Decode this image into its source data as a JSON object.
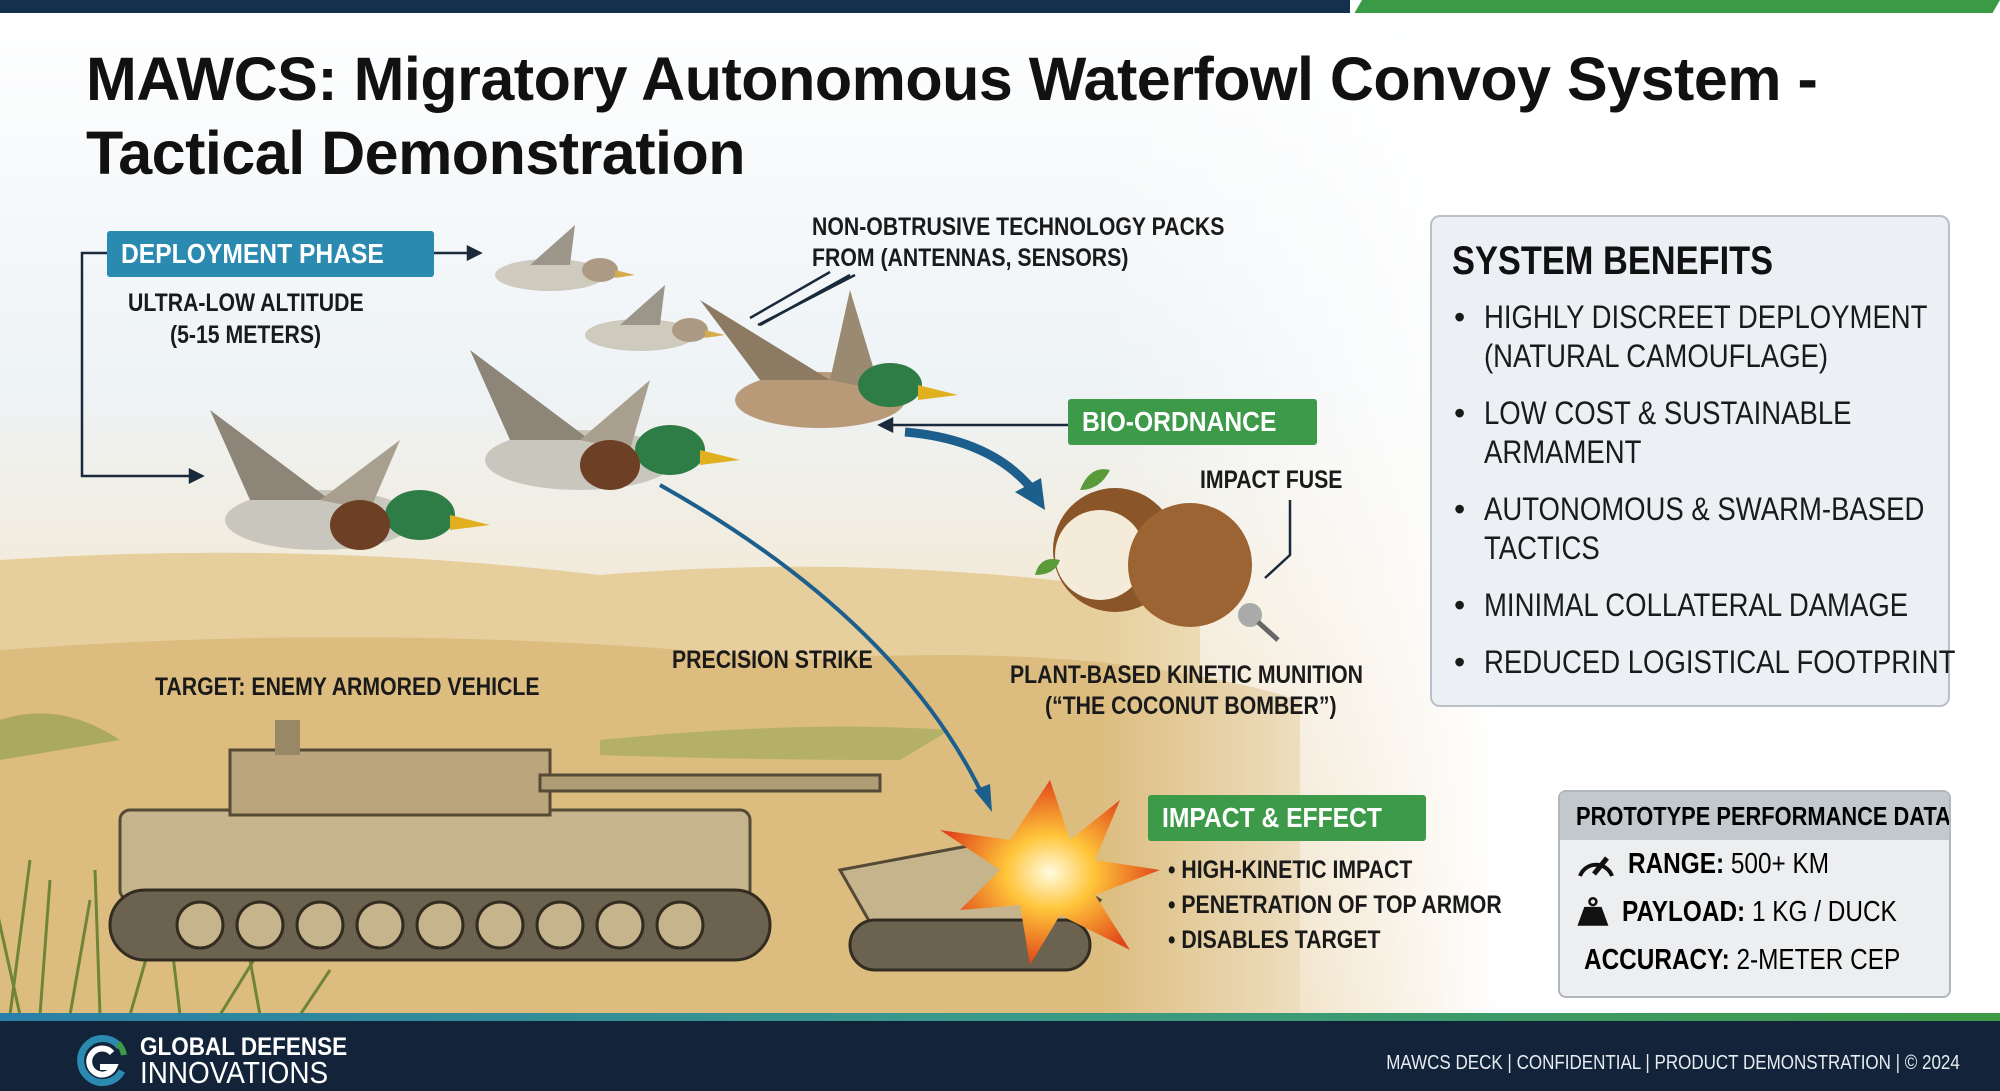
{
  "title": "MAWCS: Migratory Autonomous Waterfowl Convoy System - Tactical Demonstration",
  "deployment": {
    "badge": "DEPLOYMENT PHASE",
    "line1": "ULTRA-LOW ALTITUDE",
    "line2": "(5-15 METERS)"
  },
  "tech_packs": {
    "line1": "NON-OBTRUSIVE TECHNOLOGY PACKS",
    "line2": "FROM (ANTENNAS, SENSORS)"
  },
  "bio": {
    "badge": "BIO-ORDNANCE",
    "fuse": "IMPACT FUSE",
    "munition1": "PLANT-BASED KINETIC MUNITION",
    "munition2": "(“THE COCONUT BOMBER”)"
  },
  "precision": "PRECISION STRIKE",
  "target": "TARGET: ENEMY ARMORED VEHICLE",
  "impact": {
    "badge": "IMPACT & EFFECT",
    "bullets": [
      "• HIGH-KINETIC IMPACT",
      "• PENETRATION OF TOP ARMOR",
      "• DISABLES TARGET"
    ]
  },
  "benefits": {
    "title": "SYSTEM BENEFITS",
    "items": [
      [
        "HIGHLY DISCREET DEPLOYMENT",
        "(NATURAL CAMOUFLAGE)"
      ],
      [
        "LOW COST & SUSTAINABLE",
        "ARMAMENT"
      ],
      [
        "AUTONOMOUS & SWARM-BASED",
        "TACTICS"
      ],
      [
        "MINIMAL COLLATERAL DAMAGE"
      ],
      [
        "REDUCED LOGISTICAL FOOTPRINT"
      ]
    ]
  },
  "performance": {
    "title": "PROTOTYPE PERFORMANCE DATA",
    "rows": [
      {
        "icon": "speedometer-icon",
        "label": "RANGE:",
        "value": " 500+ KM"
      },
      {
        "icon": "weight-icon",
        "label": "PAYLOAD:",
        "value": " 1 KG / DUCK"
      },
      {
        "icon": "crosshair-icon",
        "label": "ACCURACY:",
        "value": " 2-METER CEP"
      }
    ]
  },
  "footer": {
    "logo_line1": "GLOBAL DEFENSE",
    "logo_line2": "INNOVATIONS",
    "right": "MAWCS DECK  |  CONFIDENTIAL  |  PRODUCT DEMONSTRATION  |  © 2024"
  },
  "colors": {
    "navy": "#15304f",
    "blue_badge": "#2a8ab0",
    "green_badge": "#3d9a48",
    "footer": "#13243a"
  }
}
